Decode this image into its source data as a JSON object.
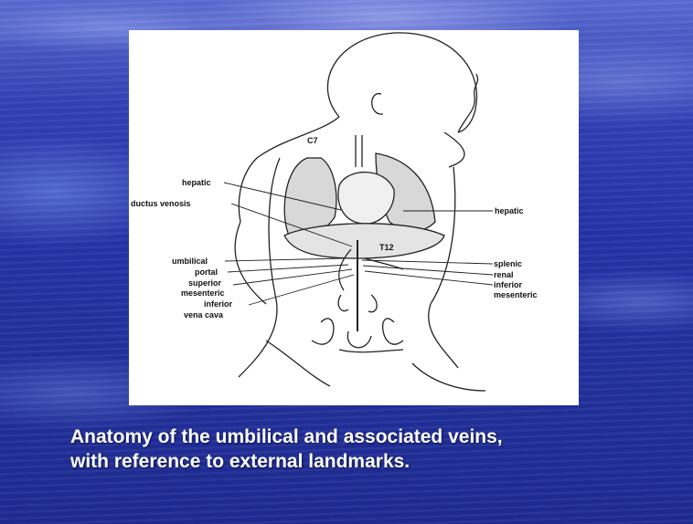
{
  "figure": {
    "labels": {
      "c7": "C7",
      "t12": "T12",
      "hepatic_left": "hepatic",
      "ductus": "ductus venosis",
      "hepatic_right": "hepatic",
      "umbilical": "umbilical",
      "portal": "portal",
      "superior": "superior",
      "mesenteric_left": "mesenteric",
      "inferior_left": "inferior",
      "vena_cava": "vena cava",
      "splenic": "splenic",
      "renal": "renal",
      "inferior_right": "inferior",
      "mesenteric_right": "mesenteric"
    }
  },
  "caption": {
    "line1": "Anatomy of the umbilical and associated veins,",
    "line2": "with reference to external landmarks."
  }
}
